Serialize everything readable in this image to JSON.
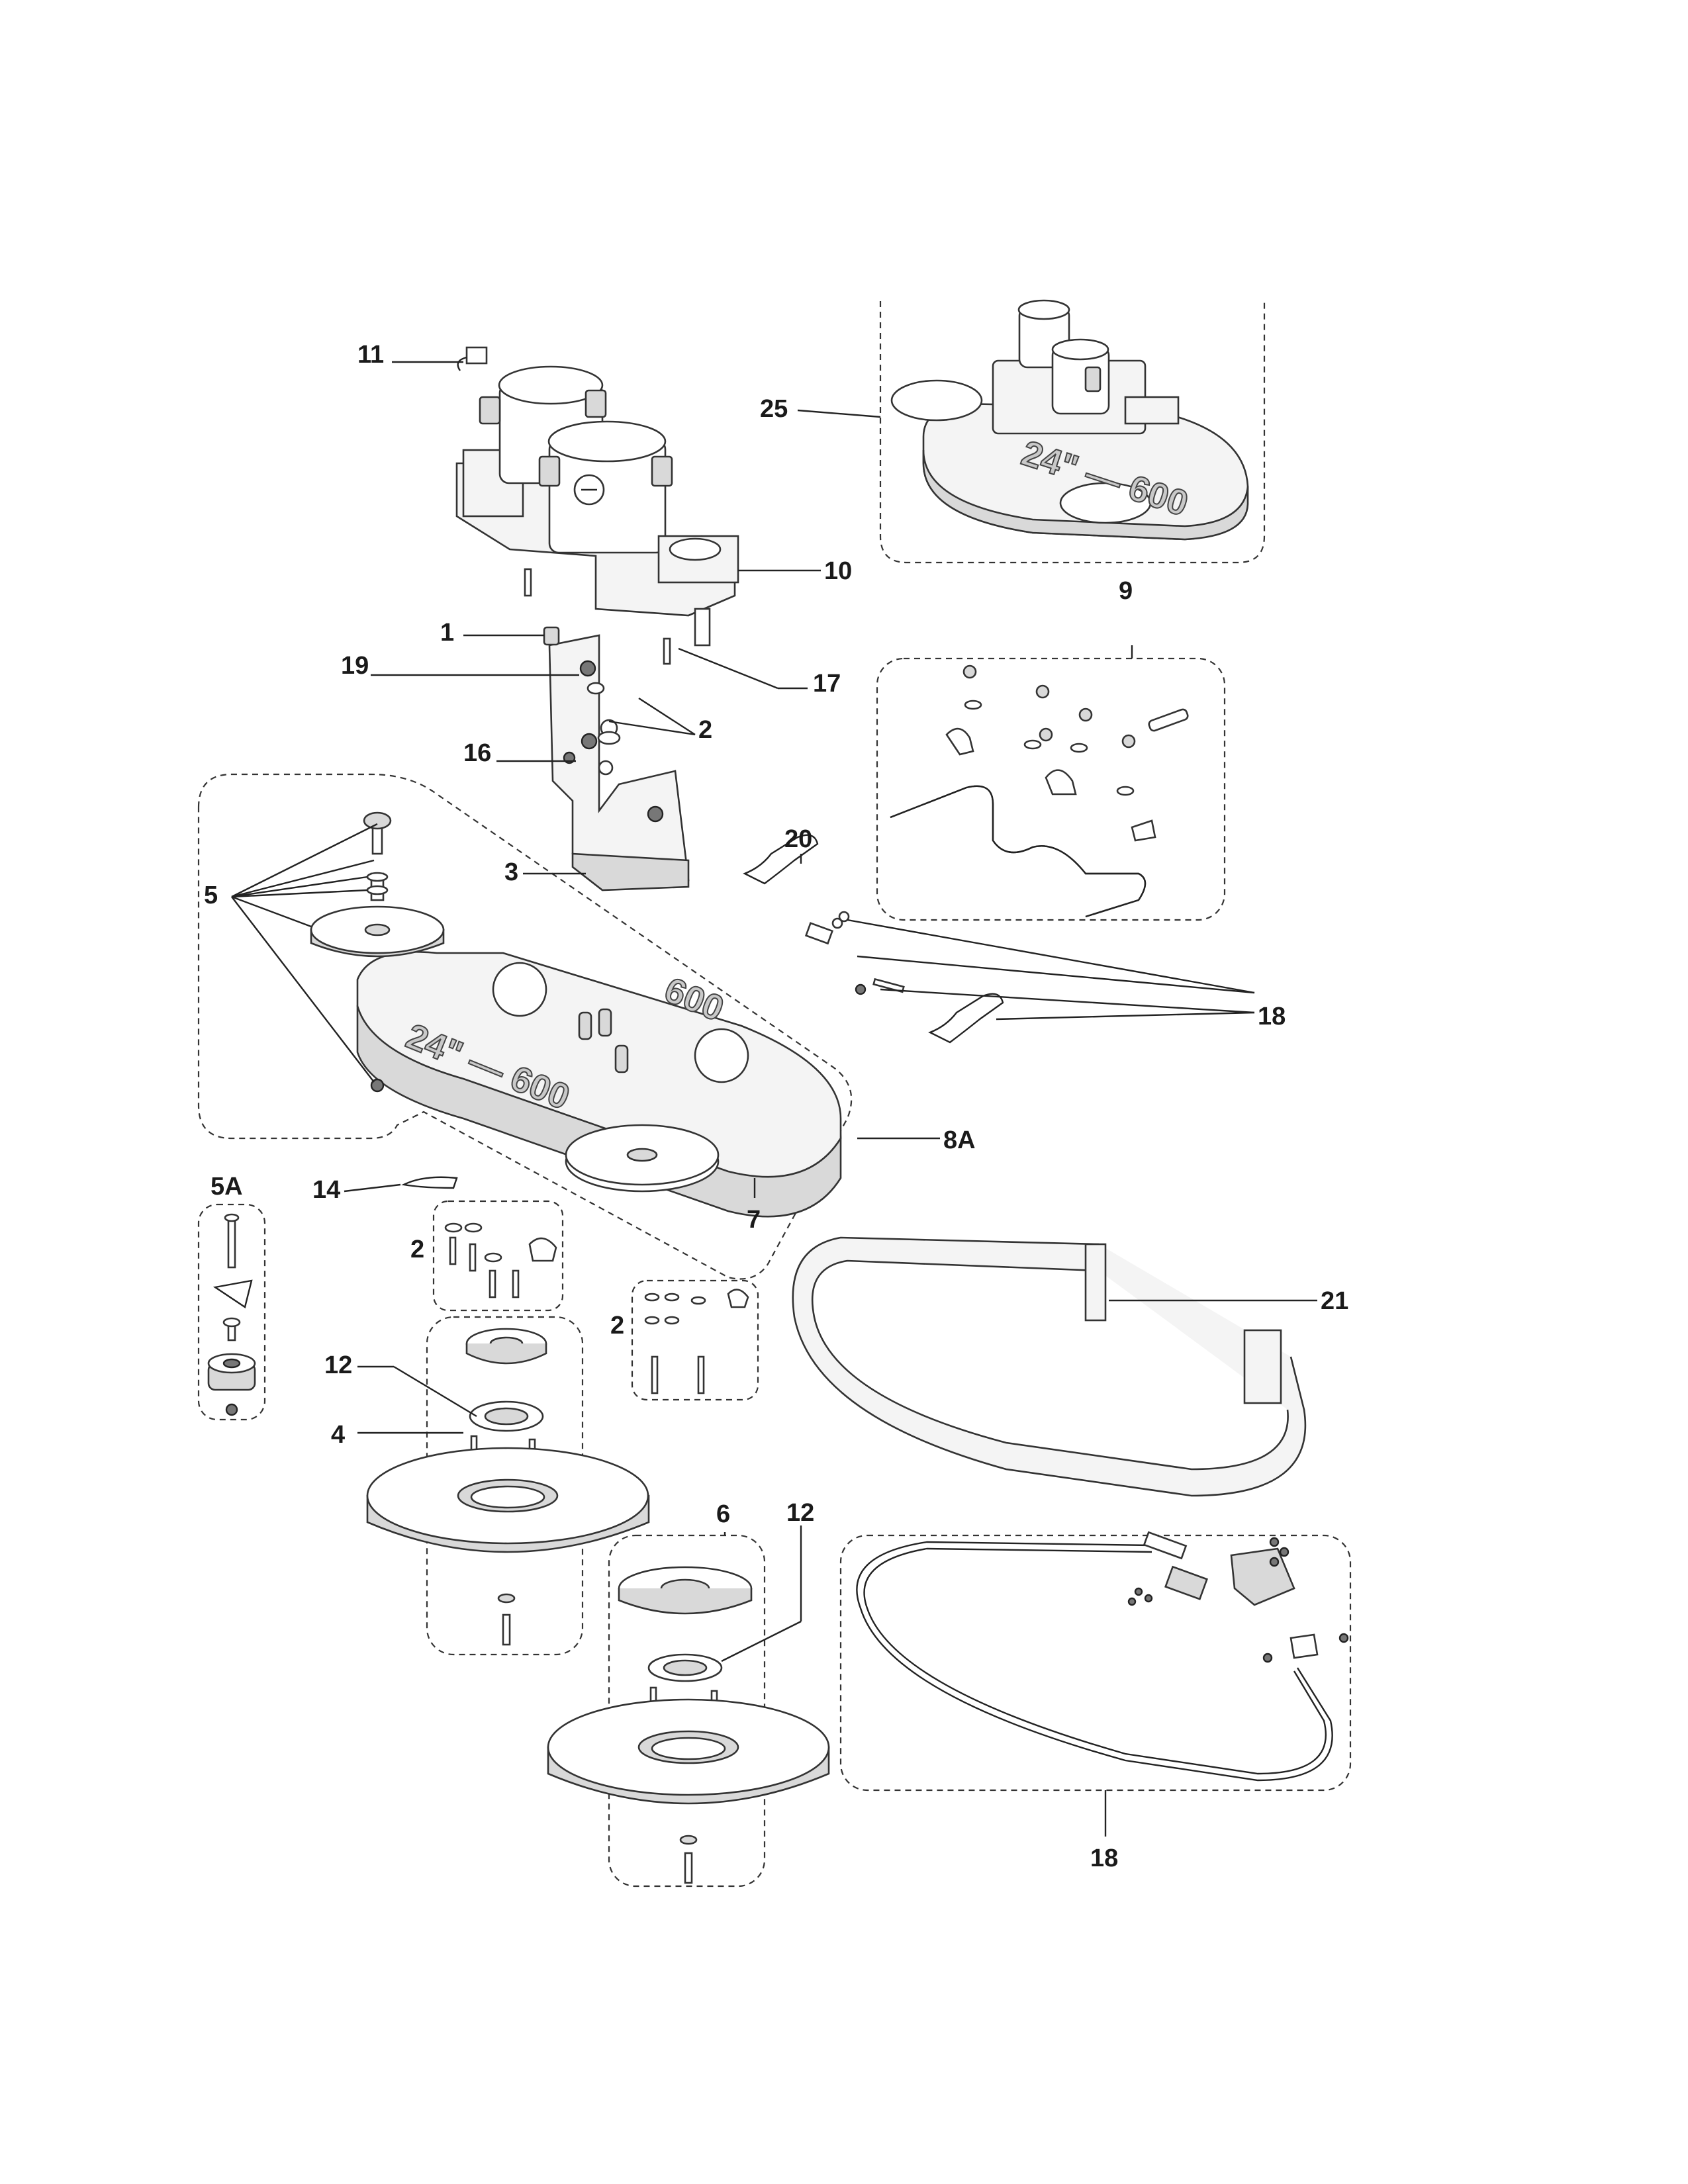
{
  "callouts": [
    {
      "id": "c11",
      "text": "11"
    },
    {
      "id": "c25",
      "text": "25"
    },
    {
      "id": "c10",
      "text": "10"
    },
    {
      "id": "c1",
      "text": "1"
    },
    {
      "id": "c19",
      "text": "19"
    },
    {
      "id": "c17",
      "text": "17"
    },
    {
      "id": "c9",
      "text": "9"
    },
    {
      "id": "c2a",
      "text": "2"
    },
    {
      "id": "c16",
      "text": "16"
    },
    {
      "id": "c20",
      "text": "20"
    },
    {
      "id": "c3",
      "text": "3"
    },
    {
      "id": "c5",
      "text": "5"
    },
    {
      "id": "c18a",
      "text": "18"
    },
    {
      "id": "c8a",
      "text": "8A"
    },
    {
      "id": "c5a",
      "text": "5A"
    },
    {
      "id": "c14",
      "text": "14"
    },
    {
      "id": "c7",
      "text": "7"
    },
    {
      "id": "c2b",
      "text": "2"
    },
    {
      "id": "c21",
      "text": "21"
    },
    {
      "id": "c2c",
      "text": "2"
    },
    {
      "id": "c12a",
      "text": "12"
    },
    {
      "id": "c4",
      "text": "4"
    },
    {
      "id": "c6",
      "text": "6"
    },
    {
      "id": "c12b",
      "text": "12"
    },
    {
      "id": "c18b",
      "text": "18"
    }
  ],
  "embossed_text": {
    "plate_top": "600",
    "plate_bottom": "24\" — 600",
    "assembly": "24\" — 600"
  }
}
